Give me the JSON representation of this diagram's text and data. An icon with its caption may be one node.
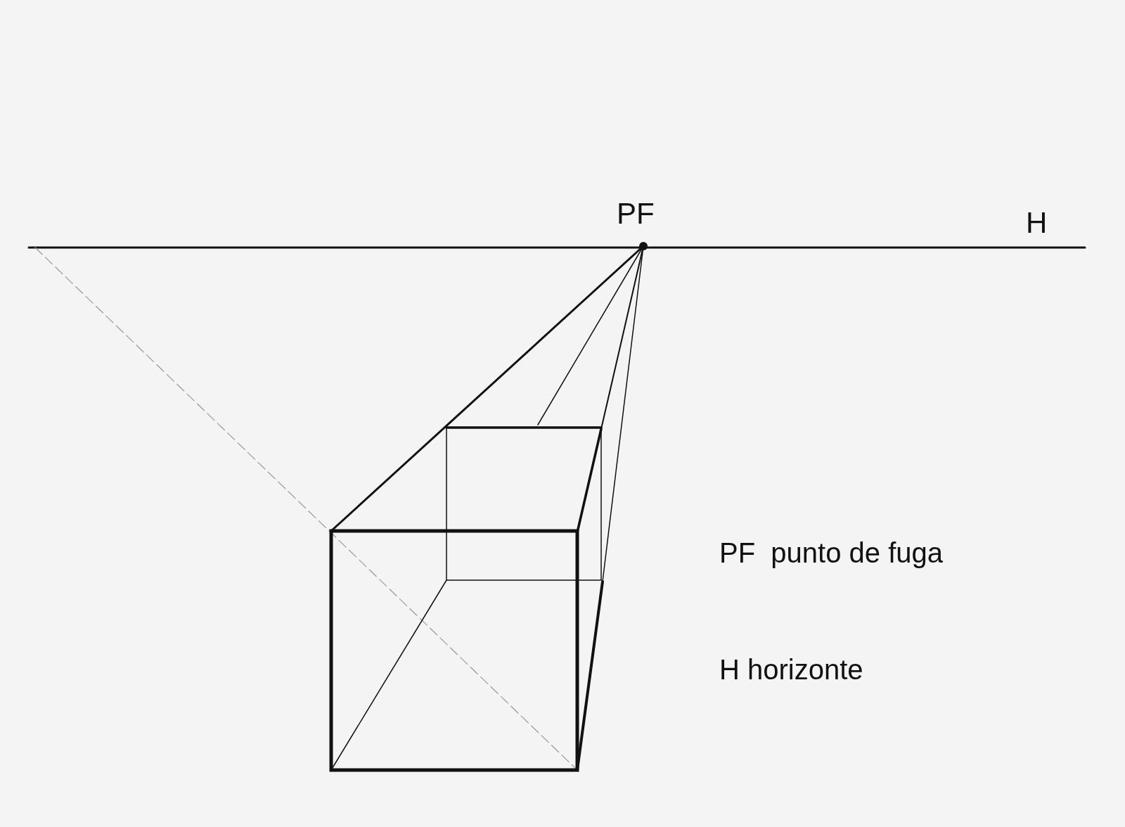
{
  "diagram": {
    "labels": [
      "PF",
      "H",
      "PF  punto de fuga",
      "H horizonte"
    ]
  }
}
